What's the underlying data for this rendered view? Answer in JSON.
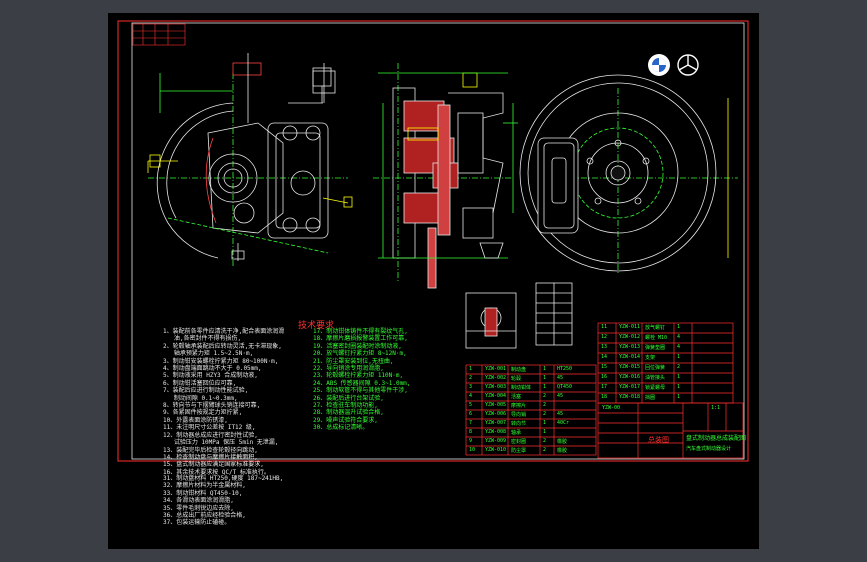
{
  "drawing": {
    "tech_req_title": "技术要求",
    "tech_req_left": [
      "1、装配前各零件应清洗干净,配合表面涂润滑",
      "   油,各密封件不得有损伤,",
      "2、轮毂轴承装配后应转动灵活,无卡滞现象,",
      "   轴承预紧力矩 1.5~2.5N·m,",
      "3、制动钳安装螺栓拧紧力矩 80~100N·m,",
      "4、制动盘端面跳动不大于 0.05mm,",
      "5、制动液采用 HZY3 合成制动液,",
      "6、制动钳活塞回位应可靠,",
      "7、装配后应进行制动性能试验,",
      "   制动间隙 0.1~0.3mm,",
      "8、转向节与下摆臂球头销连接可靠,",
      "9、各紧固件按规定力矩拧紧,",
      "10、外露表面涂防锈漆,",
      "11、未注明尺寸公差按 IT12 级,",
      "12、制动器总成应进行密封性试验,",
      "   试验压力 10MPa 保压 5min 无泄漏,",
      "13、装配完毕后检查轮毂径向跳动,",
      "14、检查制动盘与摩擦片接触面积,",
      "15、盘式制动器应满足国家标准要求,",
      "16、其余技术要求按 QC/T 标准执行。"
    ],
    "tech_req_mid": [
      "17、制动钳体铸件不得有裂纹气孔,",
      "18、摩擦片磨损报警装置工作可靠,",
      "19、活塞密封圈装配时涂制动液,",
      "20、放气螺钉拧紧力矩 8~12N·m,",
      "21、防尘罩安装到位,无扭曲,",
      "22、导向销涂专用润滑脂,",
      "23、轮毂螺栓拧紧力矩 110N·m,",
      "24、ABS 传感器间隙 0.3~1.0mm,",
      "25、制动软管不得与其他零件干涉,",
      "26、装配后进行台架试验,",
      "27、检查驻车制动功能,",
      "28、制动器温升试验合格,",
      "29、噪声试验符合要求,",
      "30、总成标记清晰。"
    ],
    "tech_req_bottom": [
      "31、制动盘材料 HT250,硬度 187~241HB,",
      "32、摩擦片材料为半金属材料,",
      "33、制动钳材料 QT450-10,",
      "34、各滑动表面涂润滑脂,",
      "35、零件毛刺锐边应去除,",
      "36、总成出厂前应经检验合格,",
      "37、包装运输防止磕碰。"
    ],
    "parts_list_rows": [
      [
        "1",
        "YZW-001",
        "制动盘",
        "1",
        "HT250"
      ],
      [
        "2",
        "YZW-002",
        "轮毂",
        "1",
        "45"
      ],
      [
        "3",
        "YZW-003",
        "制动钳体",
        "1",
        "QT450"
      ],
      [
        "4",
        "YZW-004",
        "活塞",
        "2",
        "45"
      ],
      [
        "5",
        "YZW-005",
        "摩擦片",
        "2",
        ""
      ],
      [
        "6",
        "YZW-006",
        "导向销",
        "2",
        "45"
      ],
      [
        "7",
        "YZW-007",
        "转向节",
        "1",
        "40Cr"
      ],
      [
        "8",
        "YZW-008",
        "轴承",
        "1",
        ""
      ],
      [
        "9",
        "YZW-009",
        "密封圈",
        "2",
        "橡胶"
      ],
      [
        "10",
        "YZW-010",
        "防尘罩",
        "2",
        "橡胶"
      ]
    ],
    "parts_list_rows_upper": [
      [
        "11",
        "YZW-011",
        "放气螺钉",
        "1"
      ],
      [
        "12",
        "YZW-012",
        "螺栓 M10",
        "4"
      ],
      [
        "13",
        "YZW-013",
        "弹簧垫圈",
        "4"
      ],
      [
        "14",
        "YZW-014",
        "支架",
        "1"
      ],
      [
        "15",
        "YZW-015",
        "回位弹簧",
        "2"
      ],
      [
        "16",
        "YZW-016",
        "油管接头",
        "1"
      ],
      [
        "17",
        "YZW-017",
        "锁紧螺母",
        "1"
      ],
      [
        "18",
        "YZW-018",
        "挡圈",
        "1"
      ]
    ],
    "title_block_name": "盘式制动器总成装配图",
    "title_block_stamp": "总装图",
    "title_block_drawing_no": "YZW-00",
    "title_block_scale": "1:1",
    "title_block_school": "汽车盘式制动器设计"
  }
}
